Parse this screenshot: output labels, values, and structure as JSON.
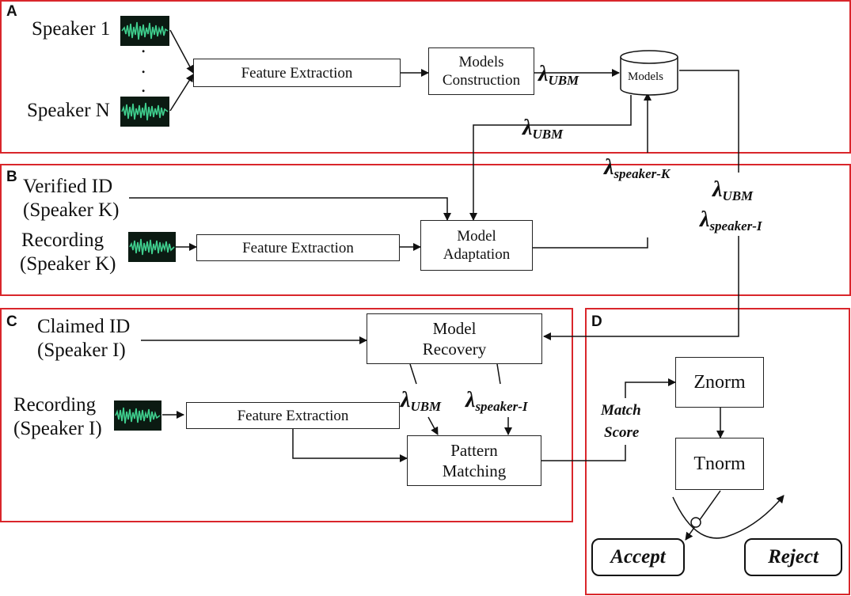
{
  "panels": {
    "a": "A",
    "b": "B",
    "c": "C",
    "d": "D"
  },
  "panel_a": {
    "speaker_first": "Speaker 1",
    "speaker_last": "Speaker N",
    "dots": ".",
    "feature_extraction": "Feature Extraction",
    "models_construction_line1": "Models",
    "models_construction_line2": "Construction",
    "models_db": "Models"
  },
  "panel_b": {
    "verified_line1": "Verified ID",
    "verified_line2": "(Speaker K)",
    "recording_line1": "Recording",
    "recording_line2": "(Speaker K)",
    "feature_extraction": "Feature Extraction",
    "adaptation_line1": "Model",
    "adaptation_line2": "Adaptation"
  },
  "panel_c": {
    "claimed_line1": "Claimed ID",
    "claimed_line2": "(Speaker I)",
    "recording_line1": "Recording",
    "recording_line2": "(Speaker I)",
    "feature_extraction": "Feature Extraction",
    "recovery_line1": "Model",
    "recovery_line2": "Recovery",
    "matching_line1": "Pattern",
    "matching_line2": "Matching"
  },
  "panel_d": {
    "match_score_line1": "Match",
    "match_score_line2": "Score",
    "znorm": "Znorm",
    "tnorm": "Tnorm",
    "accept": "Accept",
    "reject": "Reject"
  },
  "symbols": {
    "lambda": "λ",
    "ubm": "UBM",
    "speaker_k": "speaker-K",
    "speaker_i": "speaker-I"
  },
  "colors": {
    "panel_border": "#d9262b",
    "waveform": "#3fcf8e",
    "waveform_bg": "#0b1a12"
  }
}
